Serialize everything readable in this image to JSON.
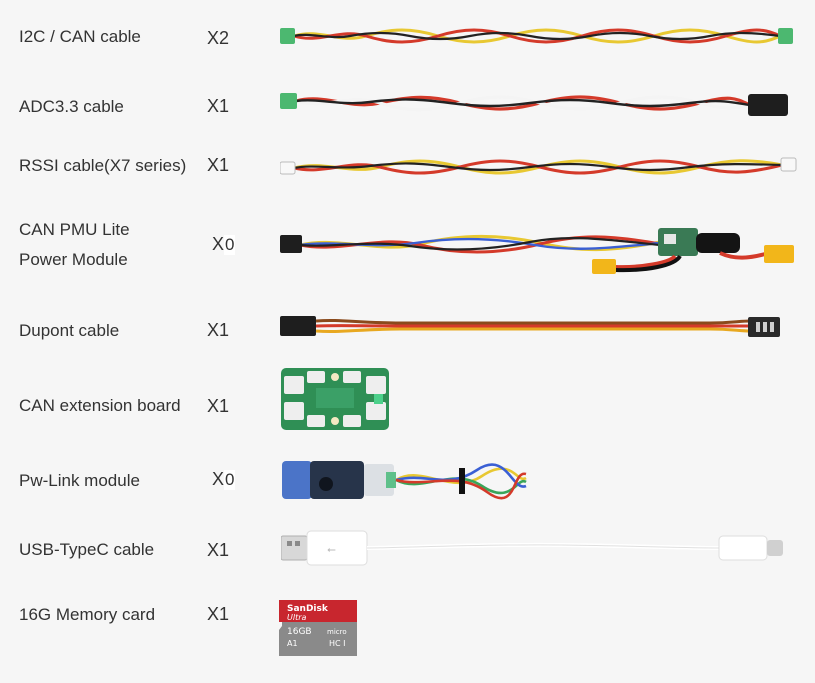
{
  "items": [
    {
      "label": "I2C / CAN cable",
      "qty_prefix": "X",
      "qty_num": "2",
      "icon": "twisted-cable-icon"
    },
    {
      "label": "ADC3.3  cable",
      "qty_prefix": "X",
      "qty_num": "1",
      "icon": "twisted-cable-icon"
    },
    {
      "label": "RSSI cable(X7 series)",
      "qty_prefix": "X",
      "qty_num": "1",
      "icon": "twisted-cable-icon"
    },
    {
      "label_line1": "CAN PMU Lite",
      "label_line2": "Power Module",
      "qty_prefix": "X",
      "qty_num": "0",
      "icon": "power-module-icon"
    },
    {
      "label": "Dupont cable",
      "qty_prefix": "X",
      "qty_num": "1",
      "icon": "dupont-cable-icon"
    },
    {
      "label": "CAN extension board",
      "qty_prefix": "X",
      "qty_num": "1",
      "icon": "circuit-board-icon"
    },
    {
      "label": "Pw-Link  module",
      "qty_prefix": "X",
      "qty_num": "0",
      "icon": "wireless-module-icon"
    },
    {
      "label": "USB-TypeC  cable",
      "qty_prefix": "X",
      "qty_num": "1",
      "icon": "usb-cable-icon"
    },
    {
      "label": "16G Memory card",
      "qty_prefix": "X",
      "qty_num": "1",
      "icon": "memory-card-icon"
    }
  ],
  "colors": {
    "wire_yellow": "#e8c832",
    "wire_red": "#d43a2a",
    "wire_black": "#222222",
    "wire_white": "#f4f4f4",
    "connector_green": "#4cb870",
    "board_green": "#2f8f55",
    "card_red": "#c8262e",
    "card_gray": "#8a8a8a"
  }
}
